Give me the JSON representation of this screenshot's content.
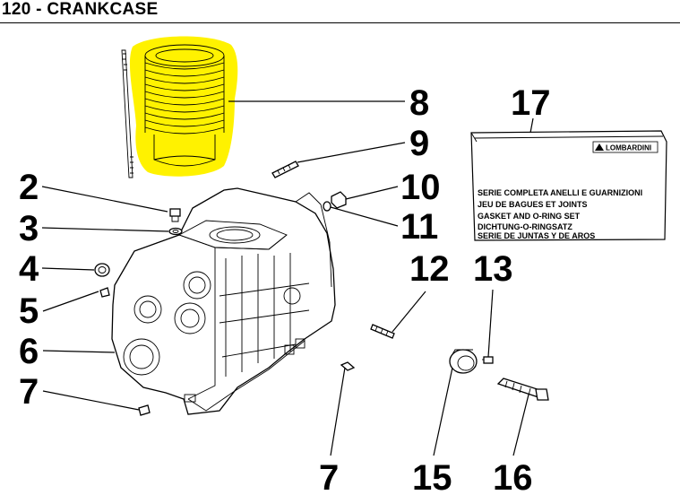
{
  "header": {
    "title": "120 - CRANKCASE"
  },
  "colors": {
    "highlight": "#fff200",
    "ink": "#000000",
    "background": "#ffffff"
  },
  "callouts": {
    "p2": "2",
    "p3": "3",
    "p4": "4",
    "p5": "5",
    "p6": "6",
    "p7a": "7",
    "p7b": "7",
    "p8": "8",
    "p9": "9",
    "p10": "10",
    "p11": "11",
    "p12": "12",
    "p13": "13",
    "p15": "15",
    "p16": "16",
    "p17": "17"
  },
  "gasket_kit": {
    "brand": "LOMBARDINI",
    "lines": [
      "SERIE COMPLETA ANELLI E GUARNIZIONI",
      "JEU DE BAGUES ET JOINTS",
      "GASKET AND O-RING SET",
      "DICHTUNG-O-RINGSATZ",
      "SERIE DE JUNTAS Y DE AROS"
    ]
  },
  "highlighted_part": "8"
}
